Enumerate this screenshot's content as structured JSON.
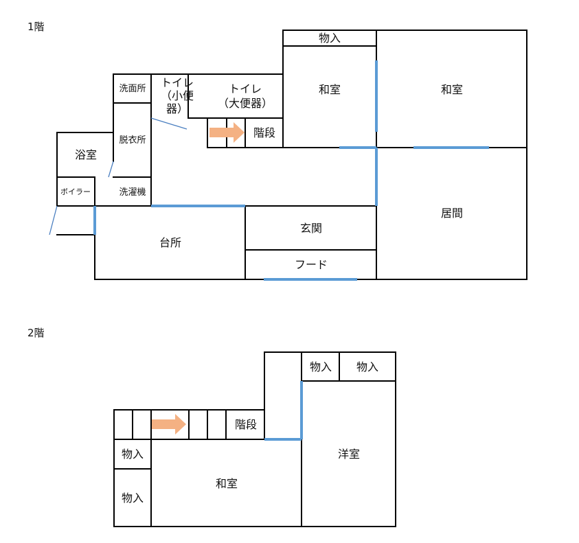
{
  "floor1": {
    "title": "1階",
    "rooms": {
      "storage_top": "物入",
      "washroom": "洗面所",
      "toilet_small_l1": "トイレ",
      "toilet_small_l2": "（小便",
      "toilet_small_l3": "器）",
      "toilet_large_l1": "トイレ",
      "toilet_large_l2": "（大便器）",
      "japanese_room_1": "和室",
      "japanese_room_2": "和室",
      "stairs": "階段",
      "dressing_room": "脱衣所",
      "bathroom": "浴室",
      "boiler": "ボイラー",
      "laundry": "洗濯機",
      "living_room": "居間",
      "entrance": "玄関",
      "kitchen": "台所",
      "hood": "フード"
    }
  },
  "floor2": {
    "title": "2階",
    "rooms": {
      "storage_a": "物入",
      "storage_b": "物入",
      "stairs": "階段",
      "storage_left_1": "物入",
      "storage_left_2": "物入",
      "japanese_room": "和室",
      "western_room": "洋室"
    }
  },
  "colors": {
    "wall": "#000000",
    "door_opening": "#5b9bd5",
    "stair_arrow": "#f4b183"
  }
}
